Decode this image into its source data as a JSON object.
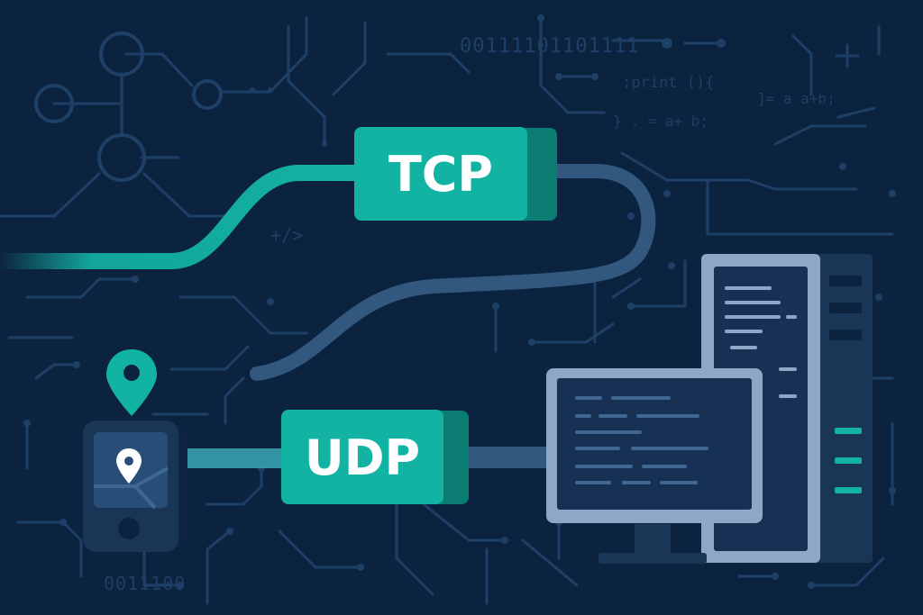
{
  "labels": {
    "tcp": "TCP",
    "udp": "UDP"
  },
  "background_text": {
    "binary_top": "00111101101111",
    "binary_bottom": "0011100",
    "code_print": ":print (){",
    "code_assign_1": "]= a a+b;",
    "code_assign_2": "} . = a+ b;",
    "code_tag": "+/>"
  },
  "colors": {
    "background": "#0c2340",
    "circuit": "#1e3f66",
    "teal": "#13b3a3",
    "teal_dark": "#0b7d73",
    "pipe_blue": "#33587f",
    "device_dark": "#1a3656",
    "monitor_frame": "#8da8c7",
    "screen": "#163154",
    "label_text": "#ffffff"
  }
}
